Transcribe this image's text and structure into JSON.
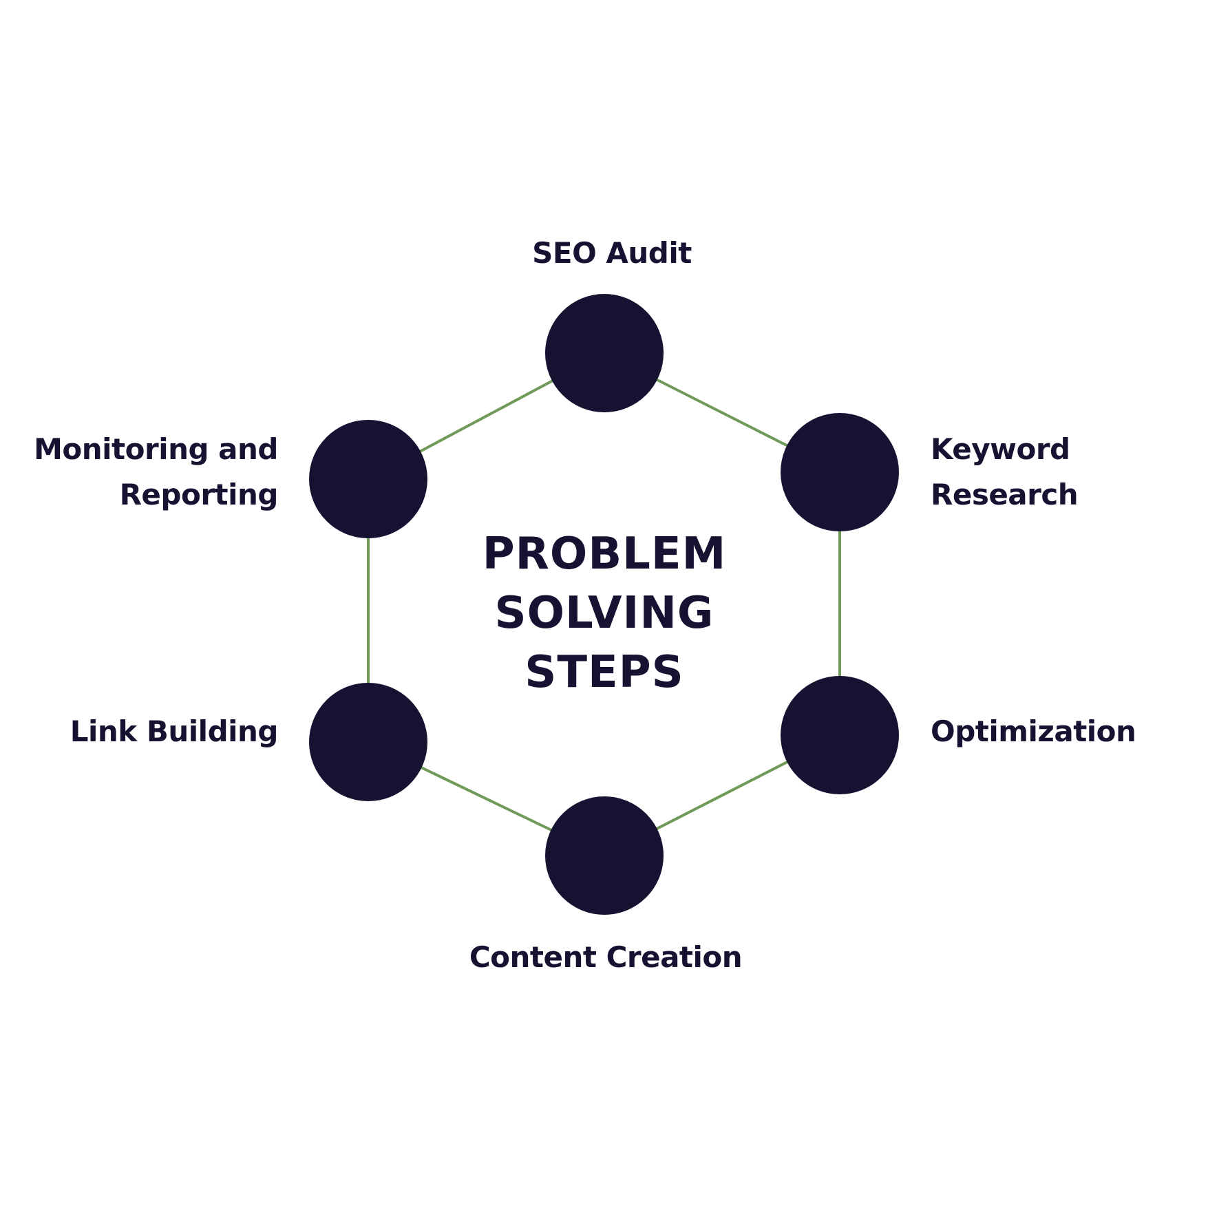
{
  "colors": {
    "node": "#161231",
    "connector": "#6f9a57",
    "text": "#161231",
    "background": "#ffffff"
  },
  "center_title": {
    "lines": [
      "PROBLEM",
      "SOLVING",
      "STEPS"
    ]
  },
  "steps": [
    {
      "id": "seo-audit",
      "label_lines": [
        "SEO Audit"
      ]
    },
    {
      "id": "keyword-research",
      "label_lines": [
        "Keyword",
        "Research"
      ]
    },
    {
      "id": "optimization",
      "label_lines": [
        "Optimization"
      ]
    },
    {
      "id": "content-creation",
      "label_lines": [
        "Content Creation"
      ]
    },
    {
      "id": "link-building",
      "label_lines": [
        "Link Building"
      ]
    },
    {
      "id": "monitoring-and-reporting",
      "label_lines": [
        "Monitoring and",
        "Reporting"
      ]
    }
  ]
}
